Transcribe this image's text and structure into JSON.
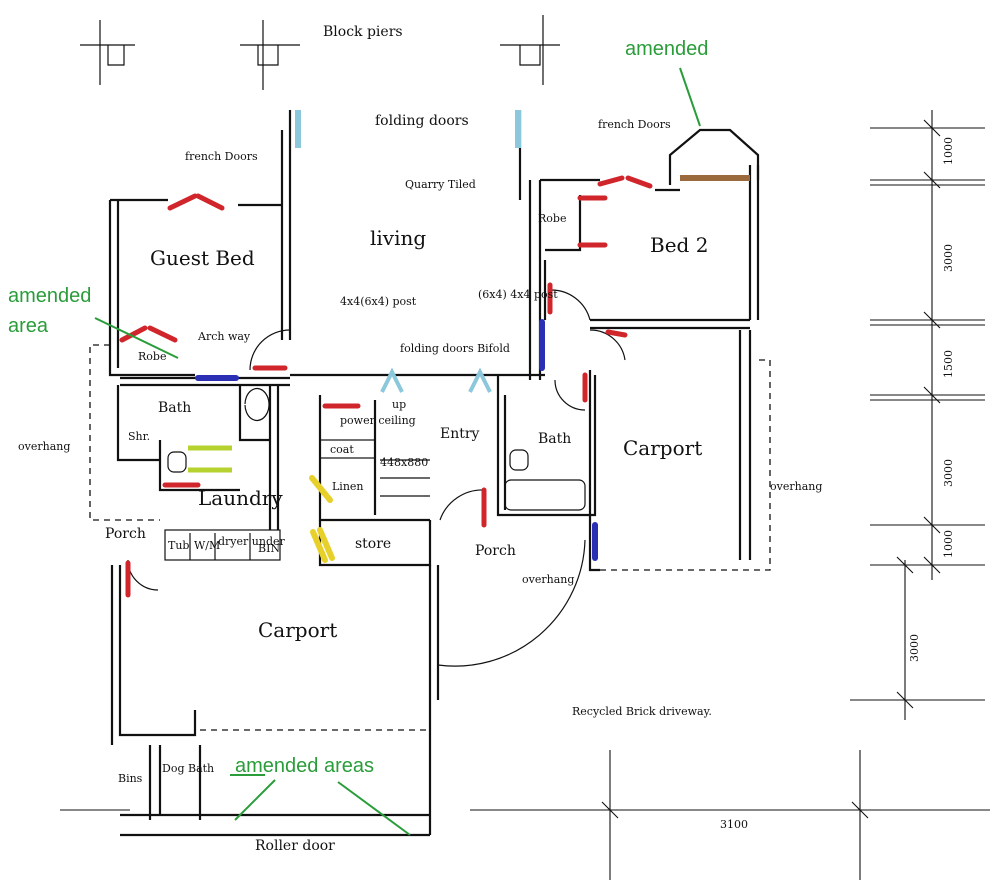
{
  "labels": {
    "block_piers": "Block piers",
    "folding_doors_top": "folding doors",
    "quarry_tiled": "Quarry Tiled",
    "living": "living",
    "french_doors_left": "french Doors",
    "french_doors_right": "french Doors",
    "guest_bed": "Guest Bed",
    "robe_left": "Robe",
    "arch_way": "Arch way",
    "post_left": "4x4(6x4) post",
    "folding_doors_mid": "folding doors Bifold",
    "post_right": "(6x4) 4x4 post",
    "robe_right": "Robe",
    "bed2": "Bed 2",
    "bath_left": "Bath",
    "shr": "Shr.",
    "power_ceiling": "power ceiling",
    "up": "up",
    "entry": "Entry",
    "bath_right": "Bath",
    "carport_right": "Carport",
    "coat": "coat",
    "stair_size": "448x880",
    "linen": "Linen",
    "laundry": "Laundry",
    "overhang_left": "overhang",
    "overhang_right": "overhang",
    "overhang_porch": "overhang",
    "porch_left": "Porch",
    "tub": "Tub",
    "wm": "W/M",
    "dryer_under": "dryer under",
    "bin": "BIN",
    "store": "store",
    "porch_right": "Porch",
    "carport_main": "Carport",
    "recycled_brick": "Recycled Brick driveway.",
    "bins": "Bins",
    "dog_bath": "Dog Bath",
    "roller_door": "Roller door"
  },
  "annotations": {
    "amended_top": "amended",
    "amended_area_1": "amended",
    "amended_area_2": "area",
    "amended_areas": "amended areas"
  },
  "dimensions": {
    "d1000_top": "1000",
    "d3000_a": "3000",
    "d1500": "1500",
    "d3000_b": "3000",
    "d1000_b": "1000",
    "d3000_c": "3000",
    "d3100": "3100"
  },
  "colors": {
    "door_red": "#d0262b",
    "opening_blue": "#2a2fb3",
    "door_light_blue": "#8cc8dc",
    "window_green": "#b5d22f",
    "door_yellow": "#e8d02a",
    "window_brown": "#9b6a3c",
    "annotation_green": "#2a9d3a"
  }
}
